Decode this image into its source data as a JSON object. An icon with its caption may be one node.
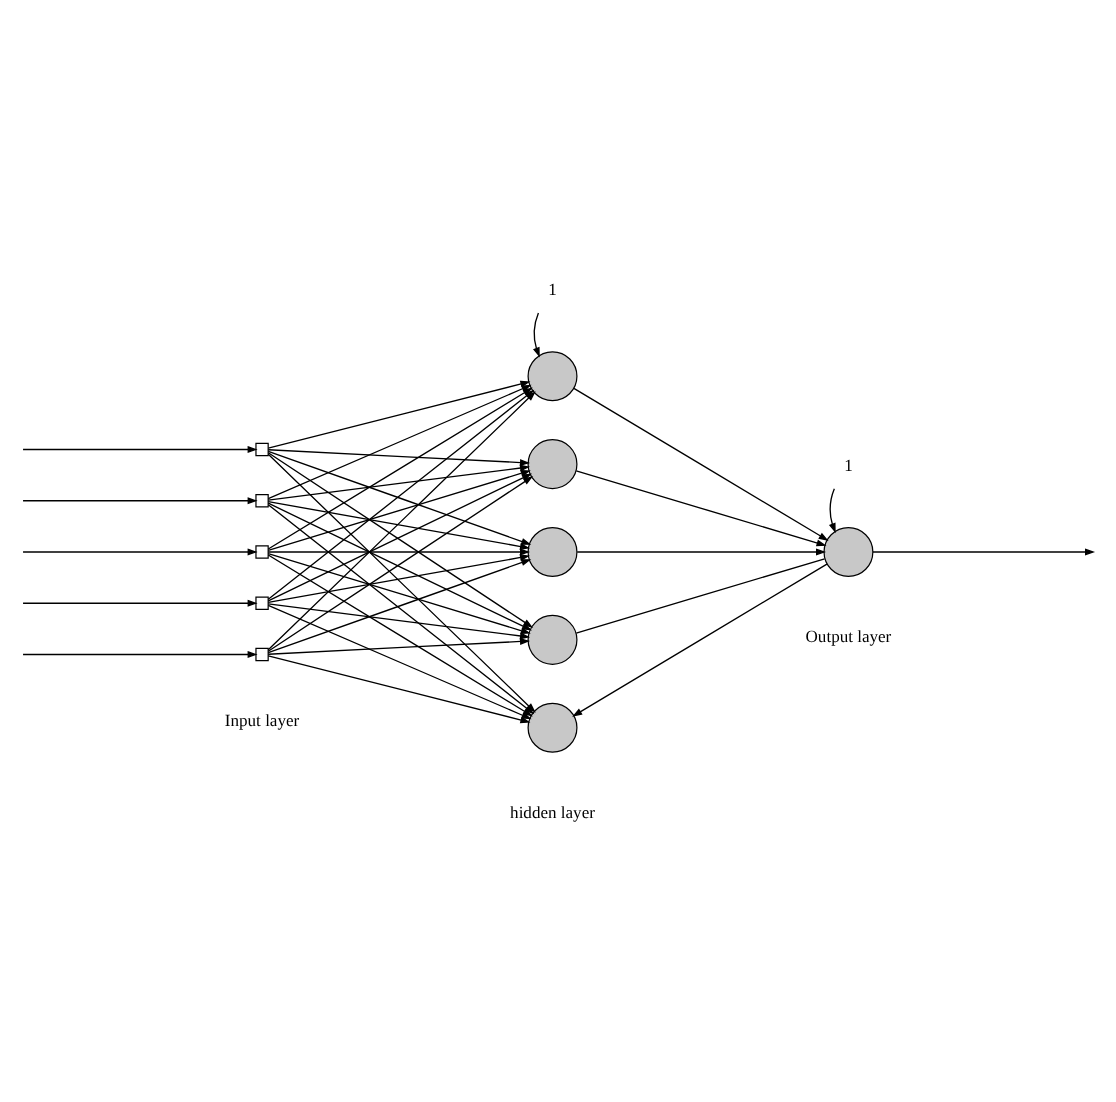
{
  "diagram": {
    "nodes": [
      {
        "text": [
          "1"
        ]
      },
      {
        "text": [],
        "shape": "box"
      },
      {
        "text": [],
        "shape": "box"
      },
      {
        "text": [],
        "shape": "box"
      },
      {
        "text": [],
        "shape": "box"
      },
      {
        "text": [],
        "shape": "box"
      },
      {
        "text": [],
        "shape": "circle"
      },
      {
        "text": [],
        "shape": "circle"
      },
      {
        "text": [],
        "shape": "circle"
      },
      {
        "text": [],
        "shape": "circle"
      },
      {
        "text": [],
        "shape": "circle"
      },
      {
        "text": [
          "1"
        ]
      },
      {
        "text": [],
        "shape": "circle"
      }
    ],
    "edges": [
      {
        "from": null,
        "to": 1,
        "arrow": "to"
      },
      {
        "from": null,
        "to": 2,
        "arrow": "to"
      },
      {
        "from": null,
        "to": 3,
        "arrow": "to"
      },
      {
        "from": null,
        "to": 4,
        "arrow": "to"
      },
      {
        "from": null,
        "to": 5,
        "arrow": "to"
      },
      {
        "from": 0,
        "to": 6,
        "arrow": "to"
      },
      {
        "from": 1,
        "to": 6,
        "arrow": "to"
      },
      {
        "from": 1,
        "to": 7,
        "arrow": "to"
      },
      {
        "from": 1,
        "to": 8,
        "arrow": "to"
      },
      {
        "from": 1,
        "to": 9,
        "arrow": "to"
      },
      {
        "from": 1,
        "to": 10,
        "arrow": "to"
      },
      {
        "from": 2,
        "to": 6,
        "arrow": "to"
      },
      {
        "from": 2,
        "to": 7,
        "arrow": "to"
      },
      {
        "from": 2,
        "to": 8,
        "arrow": "to"
      },
      {
        "from": 2,
        "to": 9,
        "arrow": "to"
      },
      {
        "from": 2,
        "to": 10,
        "arrow": "to"
      },
      {
        "from": 3,
        "to": 6,
        "arrow": "to"
      },
      {
        "from": 3,
        "to": 7,
        "arrow": "to"
      },
      {
        "from": 3,
        "to": 8,
        "arrow": "to"
      },
      {
        "from": 3,
        "to": 9,
        "arrow": "to"
      },
      {
        "from": 3,
        "to": 10,
        "arrow": "to"
      },
      {
        "from": 4,
        "to": 6,
        "arrow": "to"
      },
      {
        "from": 4,
        "to": 7,
        "arrow": "to"
      },
      {
        "from": 4,
        "to": 8,
        "arrow": "to"
      },
      {
        "from": 4,
        "to": 9,
        "arrow": "to"
      },
      {
        "from": 4,
        "to": 10,
        "arrow": "to"
      },
      {
        "from": 5,
        "to": 6,
        "arrow": "to"
      },
      {
        "from": 5,
        "to": 7,
        "arrow": "to"
      },
      {
        "from": 5,
        "to": 8,
        "arrow": "to"
      },
      {
        "from": 5,
        "to": 9,
        "arrow": "to"
      },
      {
        "from": 5,
        "to": 10,
        "arrow": "to"
      },
      {
        "from": 6,
        "to": 12,
        "arrow": "to"
      },
      {
        "from": 7,
        "to": 12,
        "arrow": "to"
      },
      {
        "from": 8,
        "to": 12,
        "arrow": "to"
      },
      {
        "from": 9,
        "to": 12,
        "arrow": "none"
      },
      {
        "from": 12,
        "to": 10,
        "arrow": "to"
      },
      {
        "from": 11,
        "to": 12,
        "arrow": "to"
      },
      {
        "from": 12,
        "to": null,
        "arrow": "to"
      }
    ],
    "labels": [
      "Input layer",
      "hidden layer",
      "Output layer"
    ]
  }
}
